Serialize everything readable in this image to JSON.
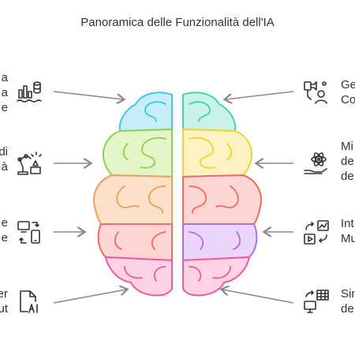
{
  "title": "Panoramica delle Funzionalità dell'IA",
  "left_items": [
    {
      "lines": [
        "a",
        "a",
        "e"
      ],
      "icon": "data-chart-database-icon"
    },
    {
      "lines": [
        "di",
        "à"
      ],
      "icon": "robot-arm-automation-icon"
    },
    {
      "lines": [
        "e",
        "e"
      ],
      "icon": "devices-sync-icon"
    },
    {
      "lines": [
        "er",
        "ut"
      ],
      "icon": "ai-document-icon"
    }
  ],
  "right_items": [
    {
      "lines": [
        "Ge",
        "Co"
      ],
      "icon": "camera-user-icon"
    },
    {
      "lines": [
        "Mi",
        "de",
        "de"
      ],
      "icon": "science-hand-icon"
    },
    {
      "lines": [
        "Int",
        "Mu"
      ],
      "icon": "media-transform-icon"
    },
    {
      "lines": [
        "Sin",
        "de"
      ],
      "icon": "table-computer-sync-icon"
    }
  ],
  "colors": {
    "blue": "#47c5e6",
    "teal": "#42d6a8",
    "green": "#8fd14f",
    "yellow": "#f5d230",
    "orange": "#f89c5a",
    "red": "#f56a5f",
    "pink": "#f25b9c",
    "purple": "#b06cf0",
    "arrow": "#8a8a8a",
    "icon": "#333333"
  }
}
